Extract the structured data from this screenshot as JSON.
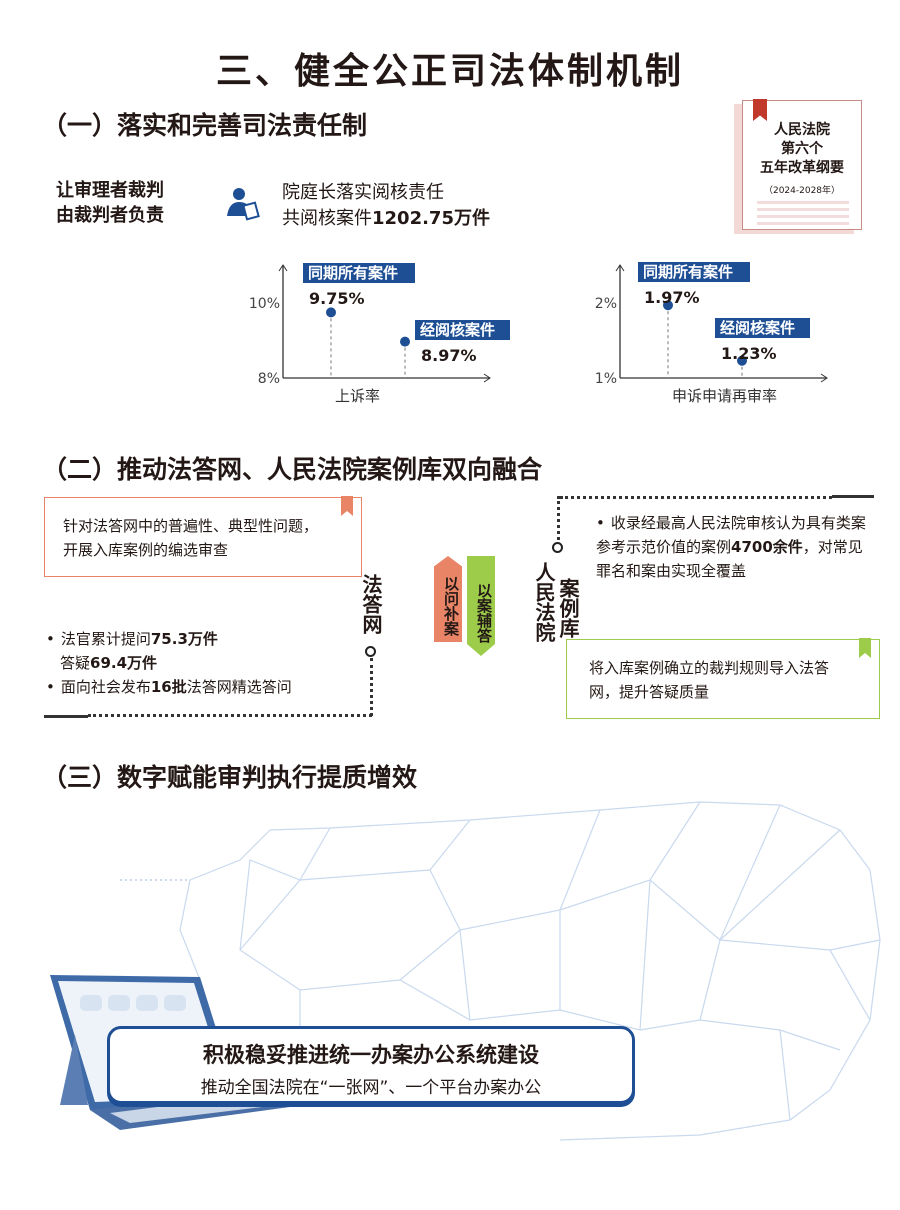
{
  "title": "三、健全公正司法体制机制",
  "colors": {
    "accent_blue": "#1e4f94",
    "orange": "#e98467",
    "green": "#9ccc4a"
  },
  "doc_badge": {
    "lines": [
      "人民法院",
      "第六个",
      "五年改革纲要"
    ],
    "years": "（2024-2028年）"
  },
  "section1": {
    "heading": "（一）落实和完善司法责任制",
    "label_line1": "让审理者裁判",
    "label_line2": "由裁判者负责",
    "icon": "person-reviewing-icon",
    "stat_line1": "院庭长落实阅核责任",
    "stat_line2_prefix": "共阅核案件",
    "stat_line2_value": "1202.75万件"
  },
  "chart_data": [
    {
      "type": "lollipop",
      "xlabel": "上诉率",
      "ylim": [
        8,
        10
      ],
      "yticks": [
        "10%",
        "8%"
      ],
      "series": [
        {
          "name": "同期所有案件",
          "value": 9.75,
          "label": "9.75%"
        },
        {
          "name": "经阅核案件",
          "value": 8.97,
          "label": "8.97%"
        }
      ]
    },
    {
      "type": "lollipop",
      "xlabel": "申诉申请再审率",
      "ylim": [
        1,
        2
      ],
      "yticks": [
        "2%",
        "1%"
      ],
      "series": [
        {
          "name": "同期所有案件",
          "value": 1.97,
          "label": "1.97%"
        },
        {
          "name": "经阅核案件",
          "value": 1.23,
          "label": "1.23%"
        }
      ]
    }
  ],
  "section2": {
    "heading": "（二）推动法答网、人民法院案例库双向融合",
    "left_box_text": "针对法答网中的普遍性、典型性问题，开展入库案例的编选审查",
    "left_title": "法答网",
    "left_bullets": [
      {
        "pre": "法官累计提问",
        "bold": "75.3万件",
        "post": ""
      },
      {
        "pre": "答疑",
        "bold": "69.4万件",
        "post": ""
      },
      {
        "pre": "面向社会发布",
        "bold": "16批",
        "post": "法答网精选答问"
      }
    ],
    "tag_left": "以问补案",
    "tag_right": "以案辅答",
    "right_title_a": "人民法院",
    "right_title_b": "案例库",
    "right_bullet": {
      "pre": "收录经最高人民法院审核认为具有类案参考示范价值的案例",
      "bold": "4700余件",
      "post": "，对常见罪名和案由实现全覆盖"
    },
    "right_box_text": "将入库案例确立的裁判规则导入法答网，提升答疑质量"
  },
  "section3": {
    "heading": "（三）数字赋能审判执行提质增效",
    "banner_title": "积极稳妥推进统一办案办公系统建设",
    "banner_sub": "推动全国法院在“一张网”、一个平台办案办公"
  }
}
